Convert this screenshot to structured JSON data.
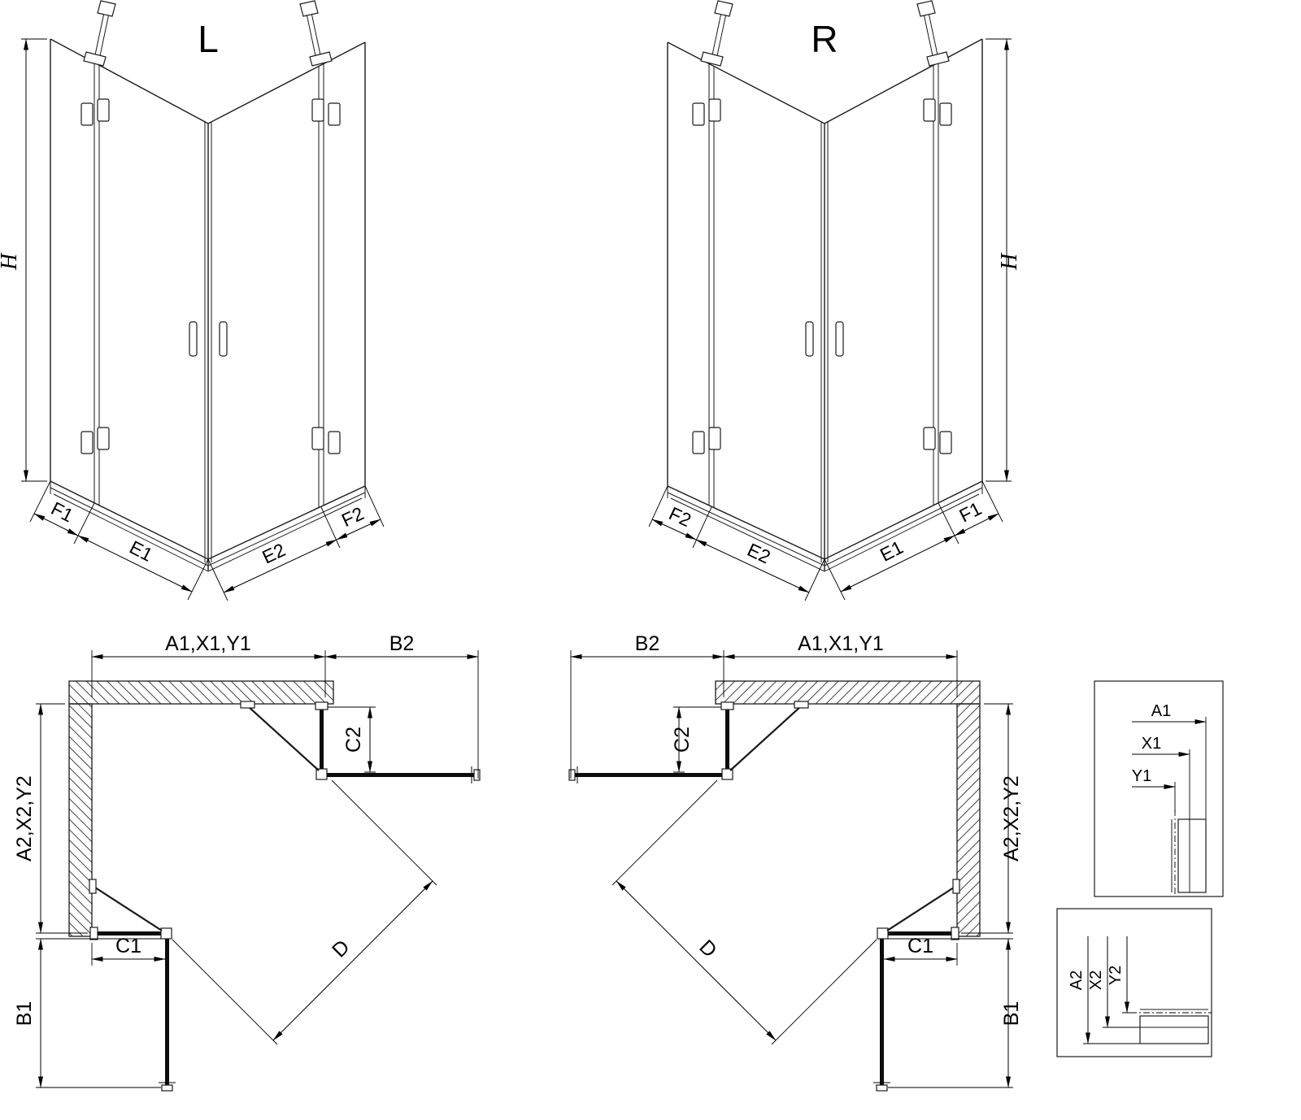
{
  "drawing": {
    "perspective_left": {
      "title": "L",
      "height": "H",
      "seg_far_left": "F1",
      "seg_door_left": "E1",
      "seg_door_right": "E2",
      "seg_far_right": "F2"
    },
    "perspective_right": {
      "title": "R",
      "height": "H",
      "seg_far_left": "F2",
      "seg_door_left": "E2",
      "seg_door_right": "E1",
      "seg_far_right": "F1"
    },
    "plan_left": {
      "top_width": "A1,X1,Y1",
      "open_door_top": "B2",
      "fixed_panel_side": "C2",
      "side_depth": "A2,X2,Y2",
      "fixed_panel_bottom": "C1",
      "open_door_bottom": "B1",
      "entry": "D"
    },
    "plan_right": {
      "top_width": "A1,X1,Y1",
      "open_door_top": "B2",
      "fixed_panel_side": "C2",
      "side_depth": "A2,X2,Y2",
      "fixed_panel_bottom": "C1",
      "open_door_bottom": "B1",
      "entry": "D"
    },
    "detail_width_profile": {
      "overall": "A1",
      "profile": "X1",
      "glass": "Y1"
    },
    "detail_depth_profile": {
      "overall": "A2",
      "profile": "X2",
      "glass": "Y2"
    }
  }
}
